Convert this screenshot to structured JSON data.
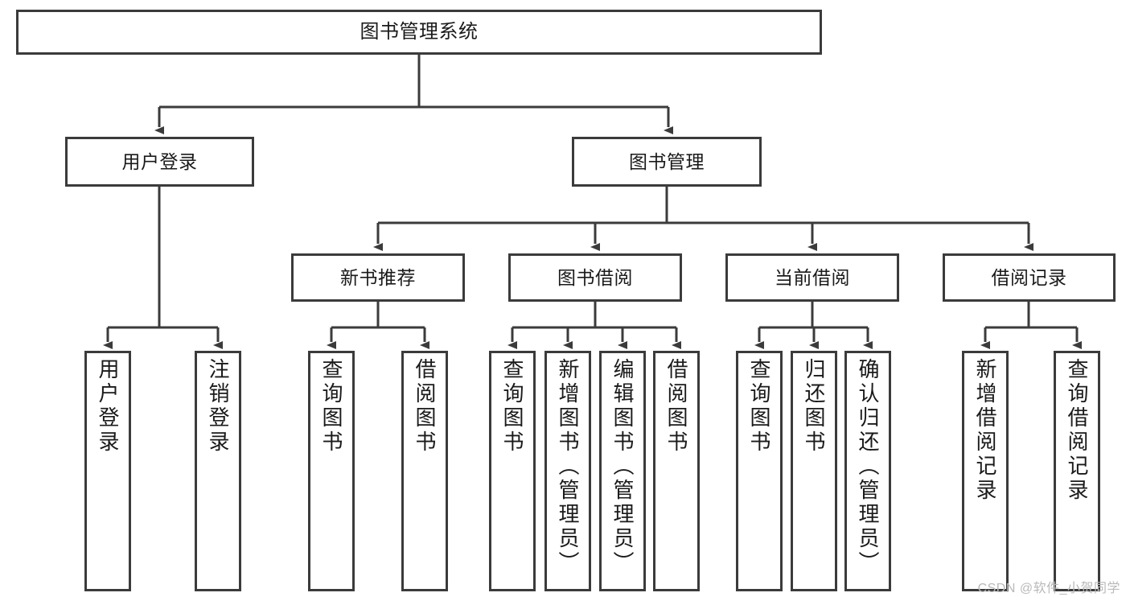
{
  "diagram": {
    "title": "图书管理系统",
    "watermark": "CSDN @软件_小贺同学",
    "line_color": "#3b3b3b",
    "box_fill": "#ffffff",
    "text_color": "#1a1a1a",
    "watermark_color": "#b9b9b9"
  },
  "nodes": {
    "root": {
      "label": "图书管理系统"
    },
    "level2": [
      {
        "label": "用户登录"
      },
      {
        "label": "图书管理"
      }
    ],
    "level3": [
      {
        "label": "新书推荐"
      },
      {
        "label": "图书借阅"
      },
      {
        "label": "当前借阅"
      },
      {
        "label": "借阅记录"
      }
    ],
    "leaves": {
      "user_login": [
        {
          "label": "用户登录"
        },
        {
          "label": "注销登录"
        }
      ],
      "new_book": [
        {
          "label": "查询图书"
        },
        {
          "label": "借阅图书"
        }
      ],
      "book_borrow": [
        {
          "label": "查询图书"
        },
        {
          "label": "新增图书（管理员）"
        },
        {
          "label": "编辑图书（管理员）"
        },
        {
          "label": "借阅图书"
        }
      ],
      "current_borrow": [
        {
          "label": "查询图书"
        },
        {
          "label": "归还图书"
        },
        {
          "label": "确认归还（管理员）"
        }
      ],
      "borrow_record": [
        {
          "label": "新增借阅记录"
        },
        {
          "label": "查询借阅记录"
        }
      ]
    }
  }
}
